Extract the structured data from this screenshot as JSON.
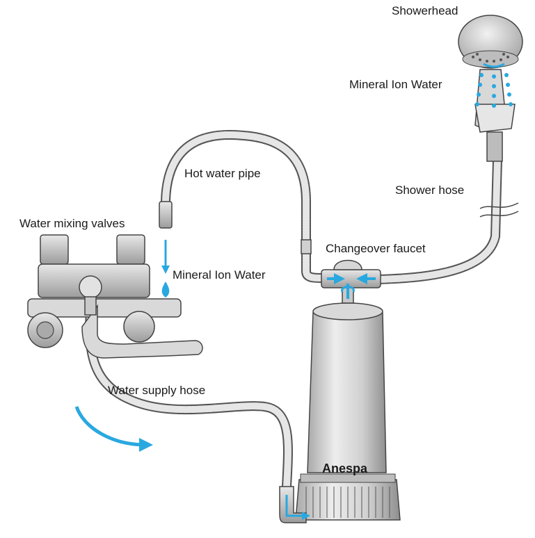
{
  "labels": {
    "showerhead": "Showerhead",
    "mineral_ion_water_top": "Mineral Ion Water",
    "shower_hose": "Shower hose",
    "hot_water_pipe": "Hot water pipe",
    "water_mixing_valves": "Water mixing valves",
    "changeover_faucet": "Changeover faucet",
    "mineral_ion_water_mid": "Mineral Ion Water",
    "water_supply_hose": "Water supply hose",
    "brand": "Anespa"
  },
  "colors": {
    "flow": "#29a8e0",
    "hose": "#8c8c8c",
    "hose_light": "#e6e6e6",
    "metal": "#c9c9c9",
    "outline": "#444444",
    "text": "#1a1a1a"
  }
}
